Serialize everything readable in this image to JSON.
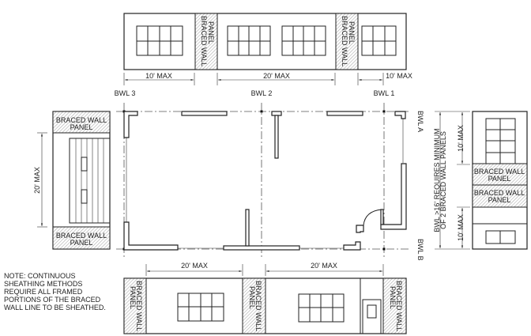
{
  "labels": {
    "braced_wall_panel_1": "BRACED WALL",
    "braced_wall_panel_2": "PANEL",
    "ten_max": "10' MAX",
    "twenty_max": "20' MAX",
    "bwl1": "BWL 1",
    "bwl2": "BWL 2",
    "bwl3": "BWL 3",
    "bwla": "BWL A",
    "bwlb": "BWL B",
    "requirement_1": "BWL >16' REQUIRES MINIMUM",
    "requirement_2": "OF 2 BRACED WALL PANELS"
  },
  "note": [
    "NOTE: CONTINUOUS",
    "SHEATHING METHODS",
    "REQUIRE ALL FRAMED",
    "PORTIONS OF THE BRACED",
    "WALL LINE TO BE SHEATHED."
  ]
}
